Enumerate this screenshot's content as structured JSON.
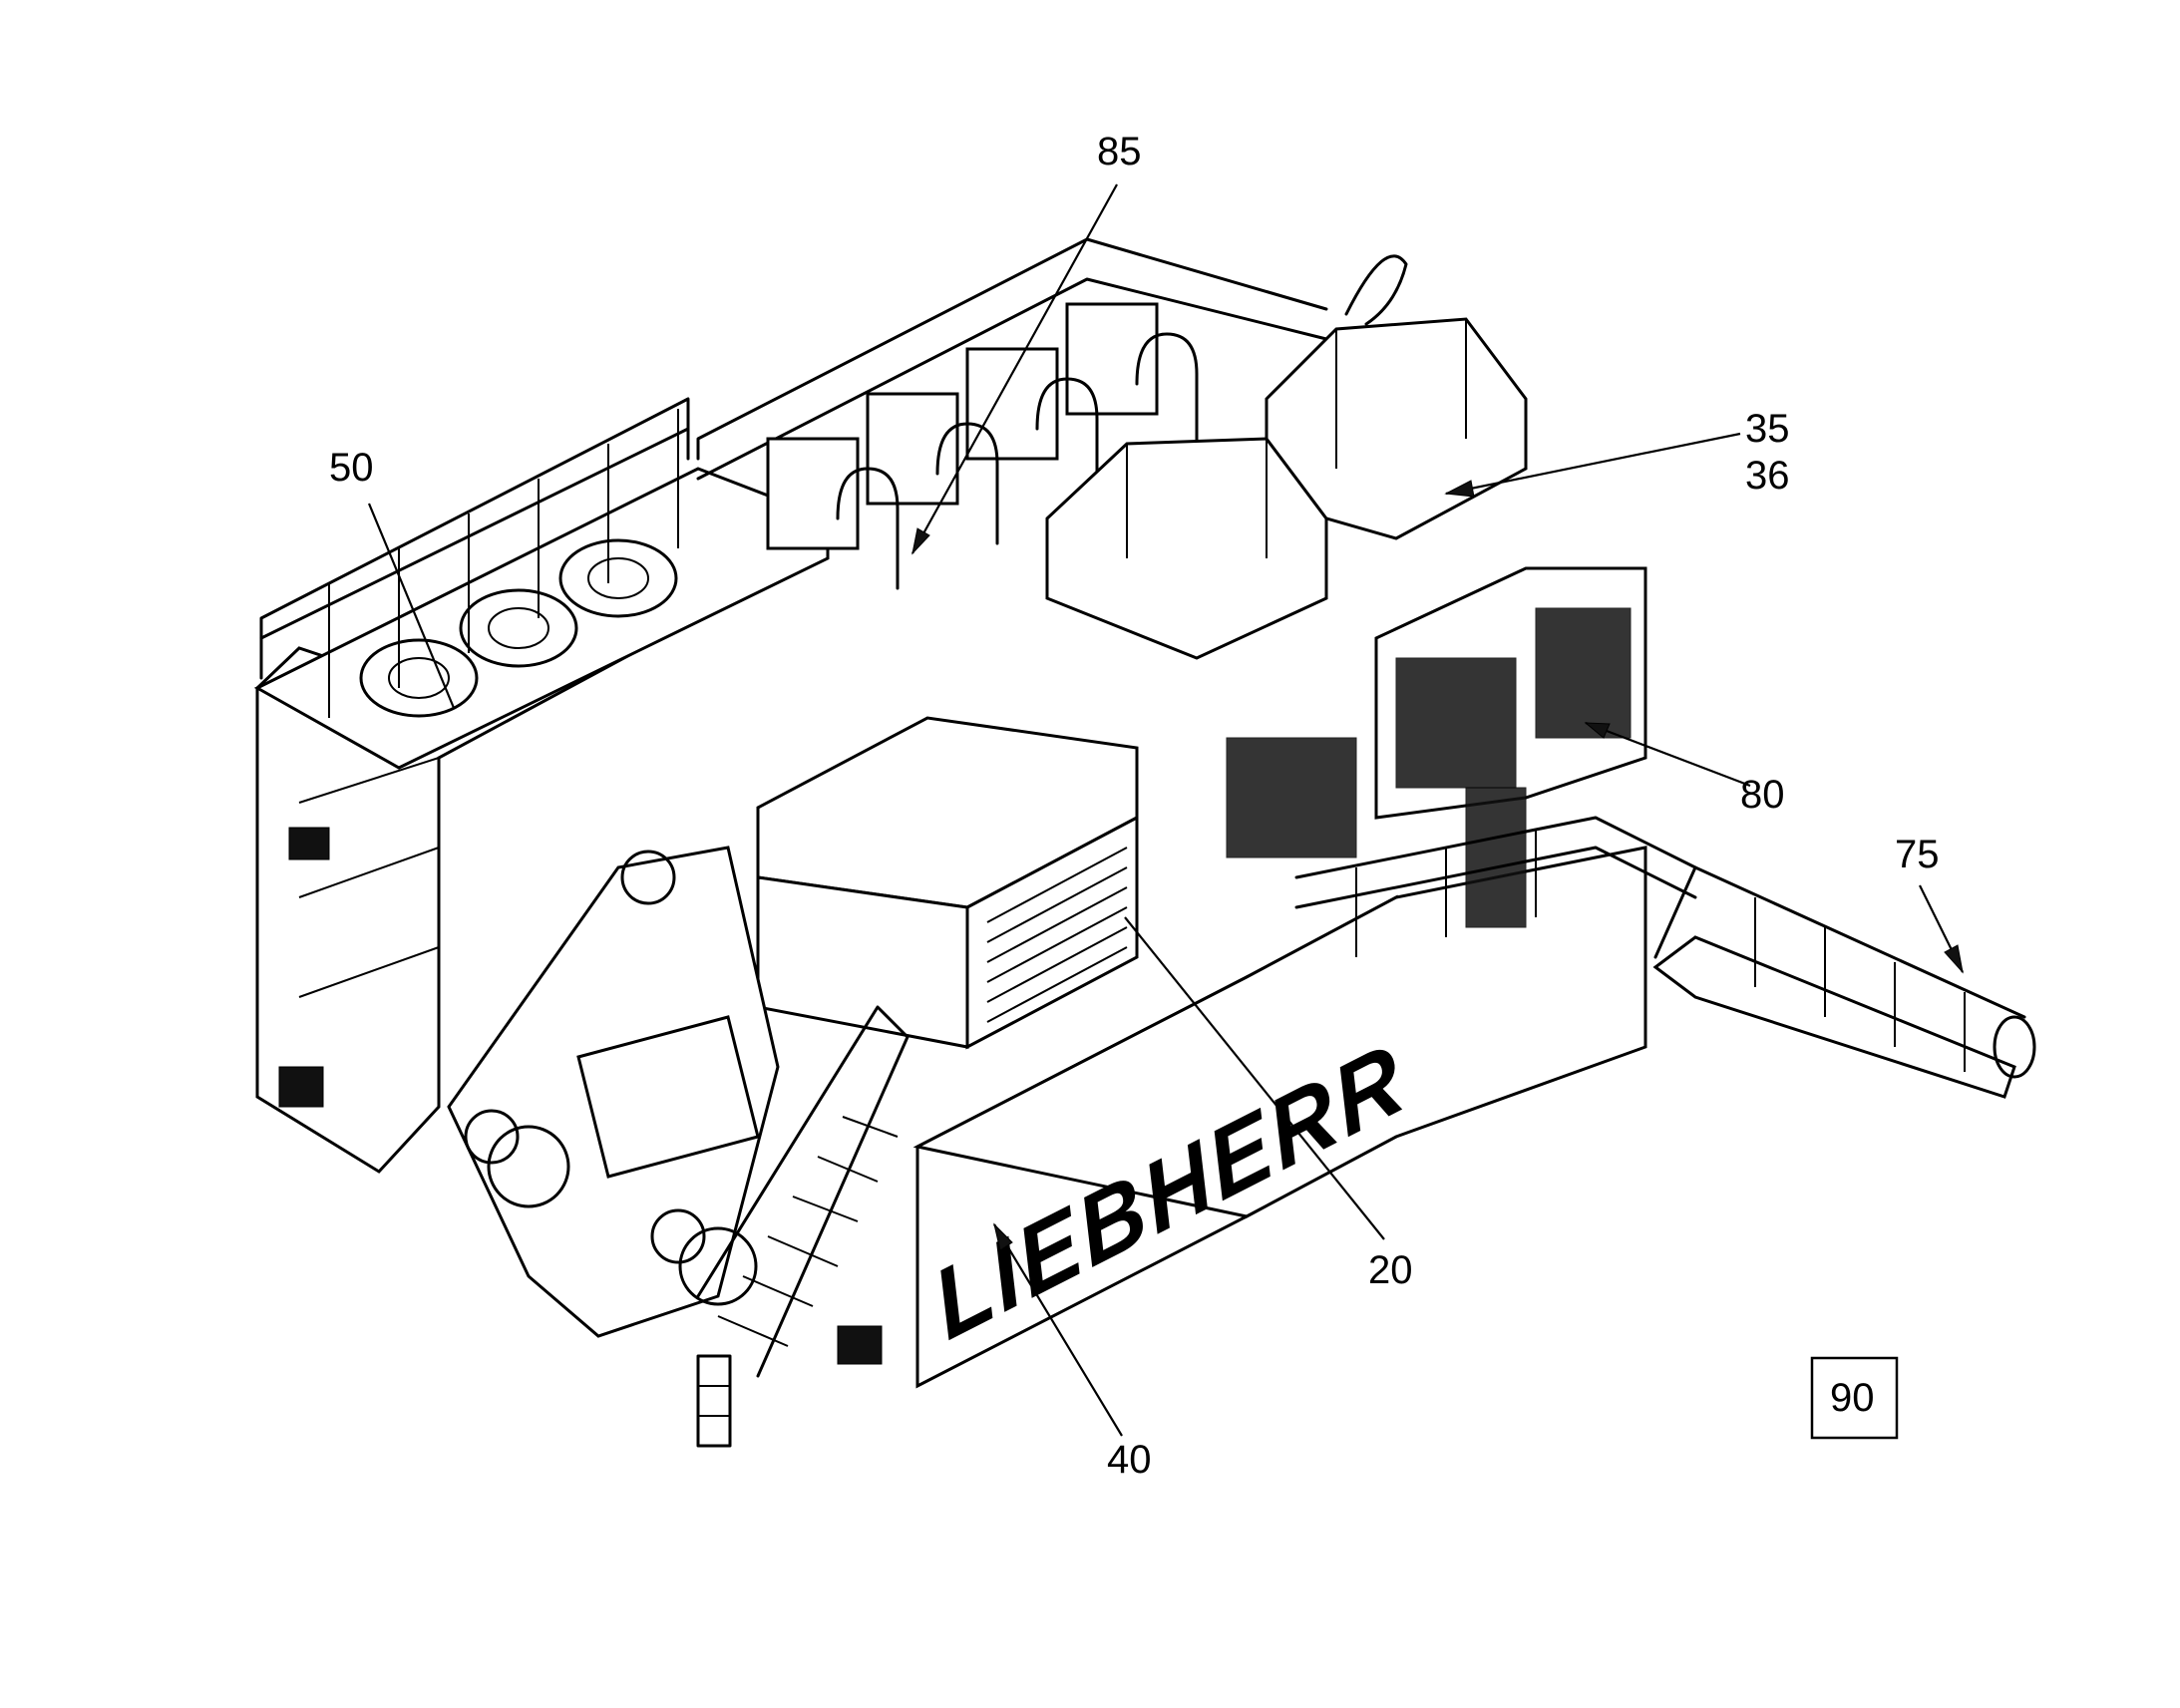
{
  "figure": {
    "brand_logo": "LIEBHERR",
    "reference_numerals": [
      {
        "id": "ref-85",
        "text": "85"
      },
      {
        "id": "ref-50",
        "text": "50"
      },
      {
        "id": "ref-35",
        "text": "35"
      },
      {
        "id": "ref-36",
        "text": "36"
      },
      {
        "id": "ref-80",
        "text": "80"
      },
      {
        "id": "ref-75",
        "text": "75"
      },
      {
        "id": "ref-20",
        "text": "20"
      },
      {
        "id": "ref-40",
        "text": "40"
      }
    ],
    "boxed_numeral": "90"
  }
}
